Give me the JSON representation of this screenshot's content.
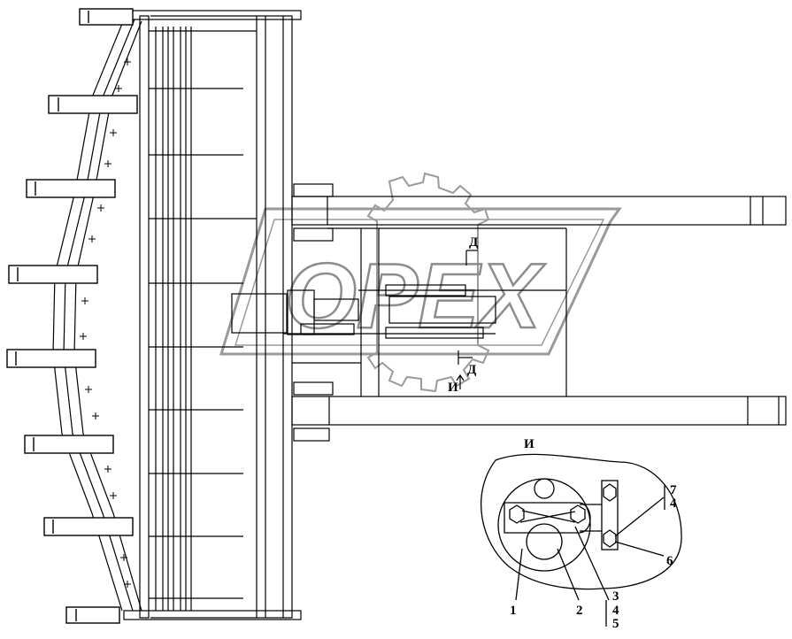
{
  "watermark": {
    "text": "OPEX",
    "color": "#b0b0b0"
  },
  "view_labels": {
    "section_d_top": "Д",
    "section_d_side": "Д",
    "view_i_arrow": "И",
    "detail_i_title": "И"
  },
  "callouts": {
    "c1": "1",
    "c2": "2",
    "c3": "3",
    "c4": "4",
    "c5": "5",
    "c6": "6",
    "c7": "7",
    "c4b": "4"
  },
  "colors": {
    "line": "#000000",
    "background": "#ffffff"
  }
}
